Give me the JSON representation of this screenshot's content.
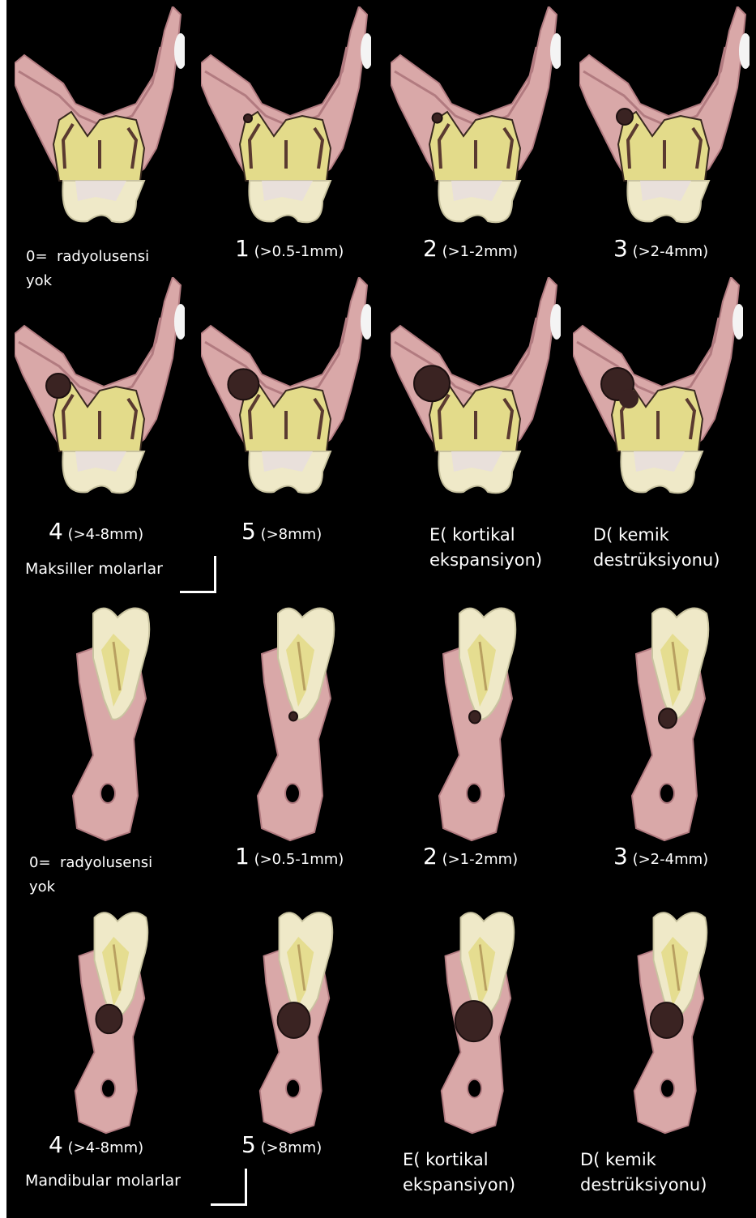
{
  "colors": {
    "background": "#000000",
    "bone": "#d9a8a8",
    "bone_dark": "#b27b80",
    "tooth": "#efe9c8",
    "root": "#e3db8a",
    "pulp": "#5a3a30",
    "lesion": "#3a2322",
    "sinus": "#f4f4f4"
  },
  "sections": {
    "maxillary": "Maksiller molarlar",
    "mandibular": "Mandibular  molarlar"
  },
  "maxillary": {
    "row1": [
      {
        "score": "0=",
        "desc": "radyolusensi",
        "desc2": "yok",
        "lesion": 0
      },
      {
        "score": "1",
        "desc": "(>0.5-1mm)",
        "lesion": 1
      },
      {
        "score": "2",
        "desc": "(>1-2mm)",
        "lesion": 2
      },
      {
        "score": "3",
        "desc": "(>2-4mm)",
        "lesion": 3
      }
    ],
    "row2": [
      {
        "score": "4",
        "desc": "(>4-8mm)",
        "lesion": 4
      },
      {
        "score": "5",
        "desc": "(>8mm)",
        "lesion": 5
      },
      {
        "line1": "E( kortikal",
        "line2": "ekspansiyon)",
        "lesion": 6
      },
      {
        "line1": "D( kemik",
        "line2": "destrüksiyonu)",
        "lesion": 7
      }
    ]
  },
  "mandibular": {
    "row1": [
      {
        "score": "0=",
        "desc": "radyolusensi",
        "desc2": "yok",
        "lesion": 0
      },
      {
        "score": "1",
        "desc": "(>0.5-1mm)",
        "lesion": 1
      },
      {
        "score": "2",
        "desc": "(>1-2mm)",
        "lesion": 2
      },
      {
        "score": "3",
        "desc": "(>2-4mm)",
        "lesion": 3
      }
    ],
    "row2": [
      {
        "score": "4",
        "desc": "(>4-8mm)",
        "lesion": 4
      },
      {
        "score": "5",
        "desc": "(>8mm)",
        "lesion": 5
      },
      {
        "line1": "E( kortikal",
        "line2": "ekspansiyon)",
        "lesion": 6
      },
      {
        "line1": "D( kemik",
        "line2": "destrüksiyonu)",
        "lesion": 7
      }
    ]
  }
}
